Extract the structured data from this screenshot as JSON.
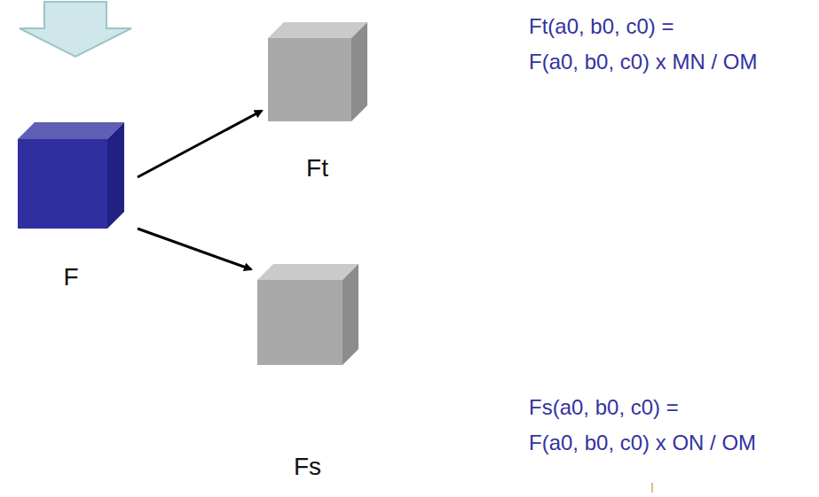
{
  "diagram": {
    "nodes": [
      {
        "text": [
          "F"
        ]
      },
      {
        "text": [
          "Ft"
        ]
      },
      {
        "text": [
          "Fs"
        ]
      }
    ],
    "edges": [
      {
        "from": 0,
        "to": 1,
        "arrow": "to"
      },
      {
        "from": 0,
        "to": 2,
        "arrow": "to"
      }
    ],
    "labels": [
      "Ft(a0, b0, c0) =",
      "F(a0, b0, c0) x MN / OM",
      "Fs(a0, b0, c0) =",
      "F(a0, b0, c0) x ON / OM"
    ]
  }
}
